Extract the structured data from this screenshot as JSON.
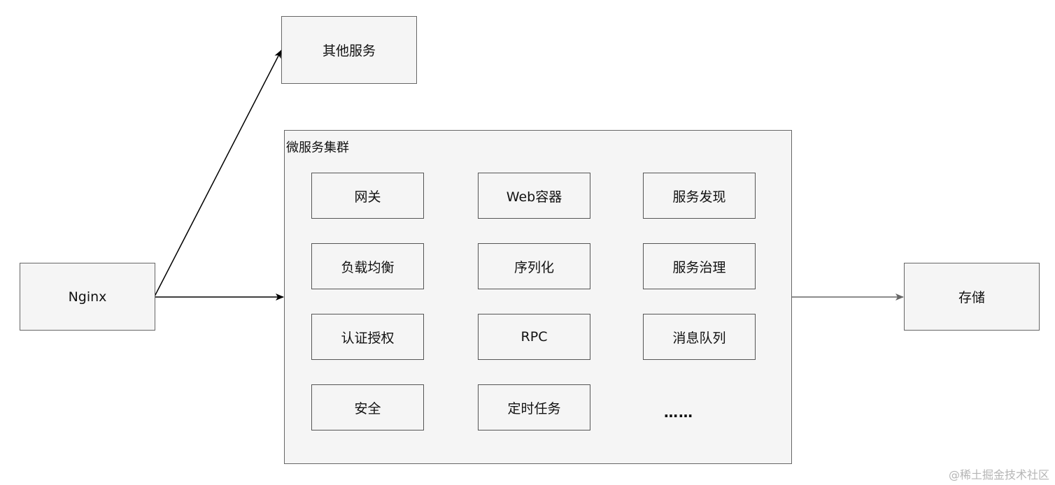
{
  "nodes": {
    "other_services": "其他服务",
    "nginx": "Nginx",
    "storage": "存储"
  },
  "cluster": {
    "title": "微服务集群",
    "items": [
      "网关",
      "Web容器",
      "服务发现",
      "负载均衡",
      "序列化",
      "服务治理",
      "认证授权",
      "RPC",
      "消息队列",
      "安全",
      "定时任务"
    ],
    "ellipsis": "……"
  },
  "watermark": "@稀土掘金技术社区"
}
